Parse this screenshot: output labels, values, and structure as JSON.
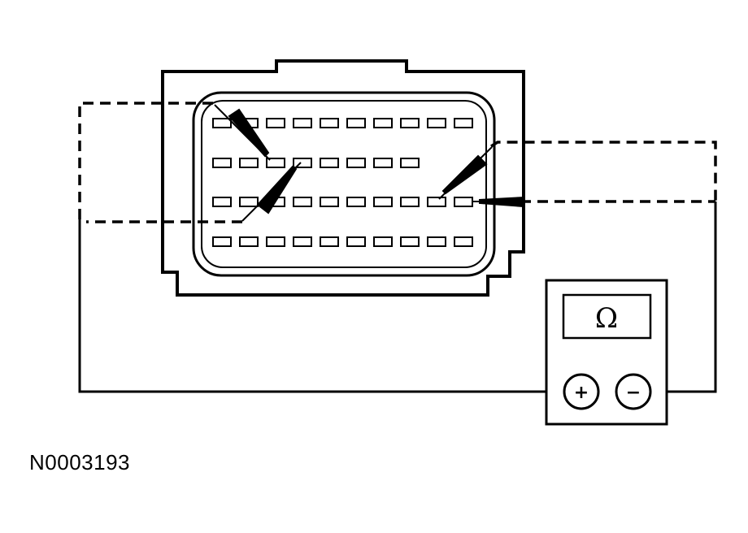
{
  "figure_id": "N0003193",
  "meter": {
    "display_symbol": "Ω",
    "positive_label": "+",
    "negative_label": "−"
  },
  "connector": {
    "pin_rows": [
      10,
      8,
      10,
      10
    ]
  },
  "colors": {
    "line": "#000000",
    "background": "#ffffff"
  }
}
